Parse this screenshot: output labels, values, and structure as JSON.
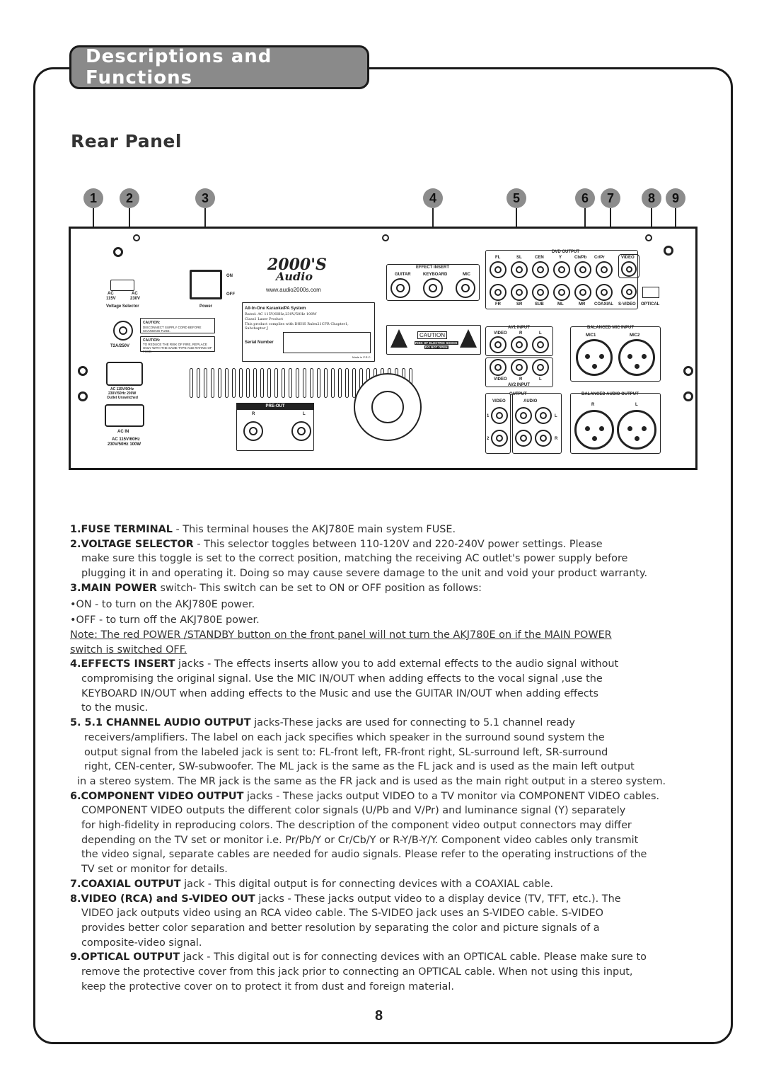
{
  "header": {
    "title": "Descriptions and Functions"
  },
  "section": {
    "title": "Rear Panel"
  },
  "callouts": [
    "1",
    "2",
    "3",
    "4",
    "5",
    "6",
    "7",
    "8",
    "9"
  ],
  "panel": {
    "voltage_ac1": "AC",
    "voltage_115": "115V",
    "voltage_ac2": "AC",
    "voltage_230": "230V",
    "voltage_selector": "Voltage Selector",
    "power": "Power",
    "on": "ON",
    "off": "OFF",
    "caution1_title": "CAUTION:",
    "caution1_text": "DISCONNECT SUPPLY CORD BEFORE CHANGING FUSE.",
    "caution2_title": "CAUTION:",
    "caution2_text": "TO REDUCE THE RISK OF FIRE, REPLACE ONLY WITH THE SAME TYPE AND RATING OF FUSE.",
    "fuse_rating": "T2A/250V",
    "outlet1": "AC 115V/60Hz",
    "outlet2": "230V/50Hz 200W",
    "outlet3": "Outlet Unswitched",
    "ac_in": "AC IN",
    "ac_rating1": "AC 115V/60Hz",
    "ac_rating2": "230V/50Hz   100W",
    "logo": "2000'S",
    "logo_sub": "Audio",
    "website": "www.audio2000s.com",
    "system_title": "All-In-One Karaoke/PA System",
    "rated": "Rated: AC 115V/60Hz,230V/50Hz 100W",
    "laser": "Class1 Laser Product",
    "complies": "This product complies with DHHS Rules21CFR Chapter1, Subchapter J",
    "serial": "Serial Number",
    "made_in": "Made in P.R.C.",
    "pre_out": "PRE-OUT",
    "r": "R",
    "l": "L",
    "effect_insert": "EFFECT INSERT",
    "guitar": "GUITAR",
    "keyboard": "KEYBOARD",
    "mic": "MIC",
    "caution_label": "CAUTION",
    "caution_shock": "RISK OF ELECTRIC SHOCK",
    "caution_open": "DO NOT OPEN",
    "dvd_output": "DVD OUTPUT",
    "fl": "FL",
    "sl": "SL",
    "cen": "CEN",
    "y": "Y",
    "cbpb": "Cb/Pb",
    "crpr": "Cr/Pr",
    "video": "VIDEO",
    "fr": "FR",
    "sr": "SR",
    "sub": "SUB",
    "ml": "ML",
    "mr": "MR",
    "coaxial": "COAXIAL",
    "svideo": "S-VIDEO",
    "optical": "OPTICAL",
    "av1_input": "AV1 INPUT",
    "av2_input": "AV2 INPUT",
    "balanced_mic_input": "BALANCED MIC INPUT",
    "mic1": "MIC1",
    "mic2": "MIC2",
    "output": "OUTPUT",
    "audio": "AUDIO",
    "balanced_audio_output": "BALANCED AUDIO OUTPUT",
    "one": "1",
    "two": "2"
  },
  "body": {
    "p1_bold": "1.FUSE TERMINAL",
    "p1_text": " - This terminal houses the AKJ780E main system FUSE.",
    "p2_bold": "2.VOLTAGE SELECTOR",
    "p2_line1": " - This selector toggles between 110-120V and 220-240V power settings. Please",
    "p2_line2": "make sure this toggle is set to the correct position, matching the receiving AC outlet's power supply before",
    "p2_line3": "plugging it in and operating it. Doing so may cause severe damage to the unit and void your product warranty.",
    "p3_bold": "3.MAIN POWER",
    "p3_text": " switch- This switch can be set to ON or OFF position as follows:",
    "p3_on": "•ON - to turn on the AKJ780E power.",
    "p3_off": "•OFF - to turn off the AKJ780E power.",
    "note_line1": "Note: The red POWER /STANDBY button on the front panel will not turn the AKJ780E on if the MAIN POWER",
    "note_line2": "switch is switched OFF.",
    "p4_bold": "4.EFFECTS INSERT",
    "p4_line1": " jacks - The effects inserts allow you to add external effects to the audio signal without",
    "p4_line2": "compromising the original signal. Use the MIC IN/OUT when adding effects to the vocal signal ,use the",
    "p4_line3": "KEYBOARD IN/OUT when adding effects to the Music and use the GUITAR IN/OUT when adding effects",
    "p4_line4": "to the music.",
    "p5_bold": "5. 5.1 CHANNEL AUDIO OUTPUT",
    "p5_line1": " jacks-These jacks are used for connecting to 5.1 channel ready",
    "p5_line2": "receivers/amplifiers. The label on each jack specifies which speaker in the surround sound system the",
    "p5_line3": "output signal from the labeled jack is sent to: FL-front left, FR-front right, SL-surround left, SR-surround",
    "p5_line4": "right, CEN-center, SW-subwoofer. The ML jack is the same as the FL jack and is used as the main left output",
    "p5_line5": "in a stereo system. The MR jack is the same as the FR jack and is used as the main right output in a stereo system.",
    "p6_bold": "6.COMPONENT VIDEO OUTPUT",
    "p6_line1": " jacks - These jacks output VIDEO to a TV monitor via COMPONENT VIDEO cables.",
    "p6_line2": "COMPONENT VIDEO outputs the different color signals (U/Pb and V/Pr) and luminance signal (Y) separately",
    "p6_line3": "for high-fidelity in reproducing colors. The description of the component video output connectors may differ",
    "p6_line4": "depending on the TV set or monitor i.e. Pr/Pb/Y or Cr/Cb/Y or R-Y/B-Y/Y. Component video cables only transmit",
    "p6_line5": "the video signal, separate cables are needed for audio signals. Please refer to the operating instructions of the",
    "p6_line6": "TV set or  monitor for details.",
    "p7_bold": "7.COAXIAL OUTPUT",
    "p7_text": " jack - This digital output is for connecting devices with a COAXIAL cable.",
    "p8_bold": "8.VIDEO (RCA) and S-VIDEO OUT",
    "p8_line1": " jacks - These jacks output video to a display device (TV, TFT, etc.). The",
    "p8_line2": "VIDEO  jack outputs video using an RCA video cable. The S-VIDEO jack uses an S-VIDEO cable. S-VIDEO",
    "p8_line3": "provides better color separation and better resolution by separating the color and picture signals of a",
    "p8_line4": "composite-video signal.",
    "p9_bold": "9.OPTICAL OUTPUT",
    "p9_line1": " jack - This digital out is for connecting devices with an OPTICAL cable. Please make sure to",
    "p9_line2": "remove the protective cover from this jack prior to connecting an OPTICAL cable. When not using this input,",
    "p9_line3": "keep the protective cover on to protect it from dust and foreign material."
  },
  "page_number": "8"
}
